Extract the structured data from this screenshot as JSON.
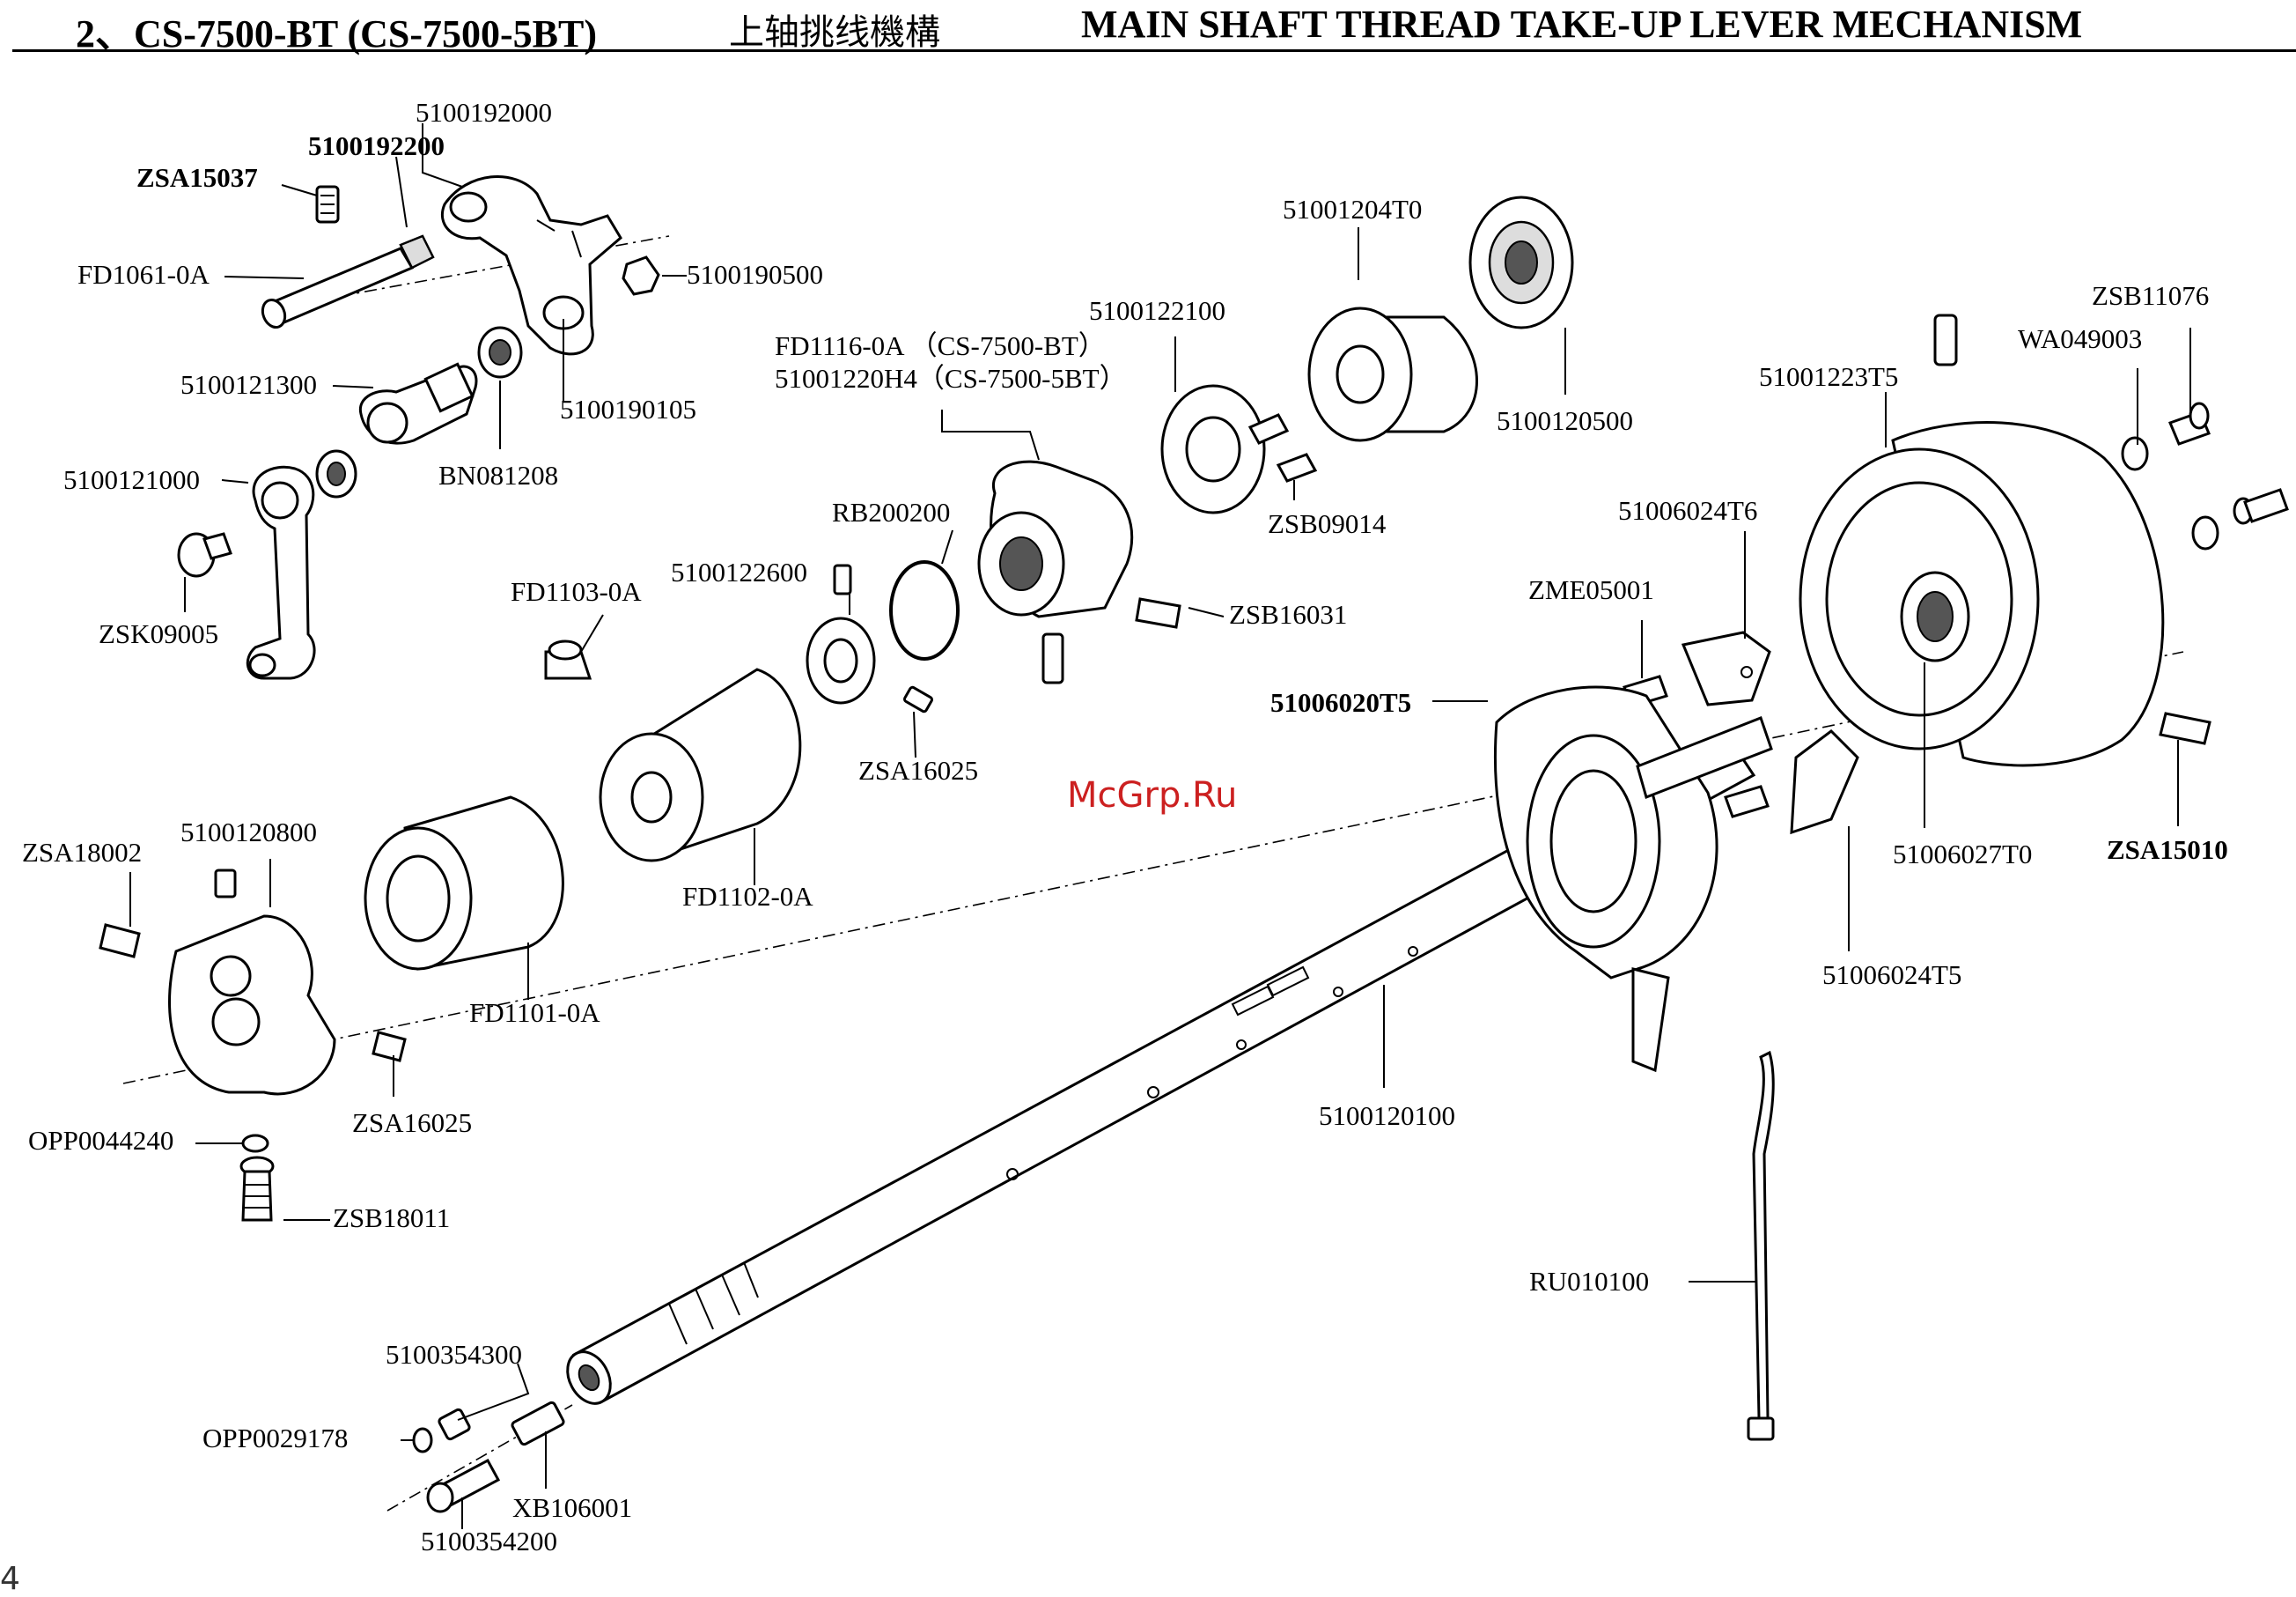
{
  "header": {
    "model": "2、CS-7500-BT (CS-7500-5BT)",
    "title_cn": "上轴挑线機構",
    "title_en": "MAIN SHAFT THREAD TAKE-UP LEVER MECHANISM"
  },
  "labels": {
    "p5100192000": "5100192000",
    "p5100192200": "5100192200",
    "pZSA15037": "ZSA15037",
    "pFD1061": "FD1061-0A",
    "p5100190500": "5100190500",
    "p5100121300": "5100121300",
    "p5100190105": "5100190105",
    "pBN081208": "BN081208",
    "p5100121000": "5100121000",
    "pZSK09005": "ZSK09005",
    "pFD1116_line1": "FD1116-0A （CS-7500-BT）",
    "pFD1116_line2": "51001220H4（CS-7500-5BT）",
    "p5100122100": "5100122100",
    "p51001204T0": "51001204T0",
    "p5100120500": "5100120500",
    "pZSB09014": "ZSB09014",
    "pRB200200": "RB200200",
    "p5100122600": "5100122600",
    "pFD1103": "FD1103-0A",
    "pZSB16031": "ZSB16031",
    "pZSA16025a": "ZSA16025",
    "pFD1102": "FD1102-0A",
    "pZSA18002": "ZSA18002",
    "p5100120800": "5100120800",
    "pFD1101": "FD1101-0A",
    "pZSA16025b": "ZSA16025",
    "pOPP0044240": "OPP0044240",
    "pZSB18011": "ZSB18011",
    "pZSB11076": "ZSB11076",
    "pWA049003": "WA049003",
    "p51001223T5": "51001223T5",
    "p51006024T6": "51006024T6",
    "pZME05001": "ZME05001",
    "p51006020T5": "51006020T5",
    "p51006027T0": "51006027T0",
    "pZSA15010": "ZSA15010",
    "p51006024T5": "51006024T5",
    "p5100120100": "5100120100",
    "pRU010100": "RU010100",
    "p5100354300": "5100354300",
    "pOPP0029178": "OPP0029178",
    "pXB106001": "XB106001",
    "p5100354200": "5100354200"
  },
  "watermark": "McGrp.Ru",
  "page_number": "4"
}
